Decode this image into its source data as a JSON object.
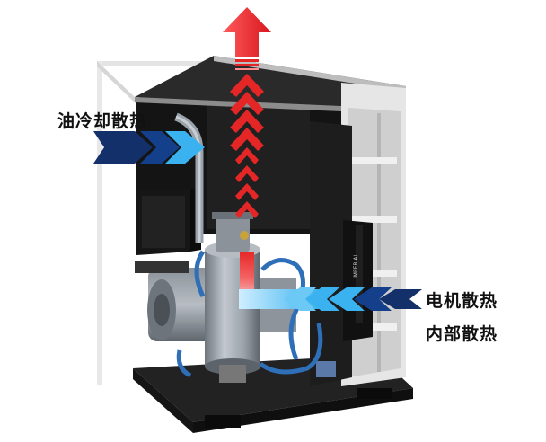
{
  "labels": {
    "oil_cooling": "油冷却散热",
    "motor_cooling": "电机散热",
    "internal_cooling": "内部散热"
  },
  "brand_text": "IMPERIAL",
  "colors": {
    "hot_arrow": "#d8171e",
    "cool_arrow_light": "#3ab2ef",
    "cool_arrow_dark": "#14306a",
    "cabinet_frame": "#dcdcdc",
    "cabinet_interior": "#1a1a1a",
    "base": "#222222",
    "tank": "#9aa2ab",
    "hose": "#2f6fb8"
  },
  "icons": {
    "hot_air_exit": "up-arrow-icon",
    "hot_air_flow": "chevron-up-icon",
    "cool_air_in_left": "chevron-right-icon",
    "cool_air_in_right": "chevron-left-icon"
  }
}
